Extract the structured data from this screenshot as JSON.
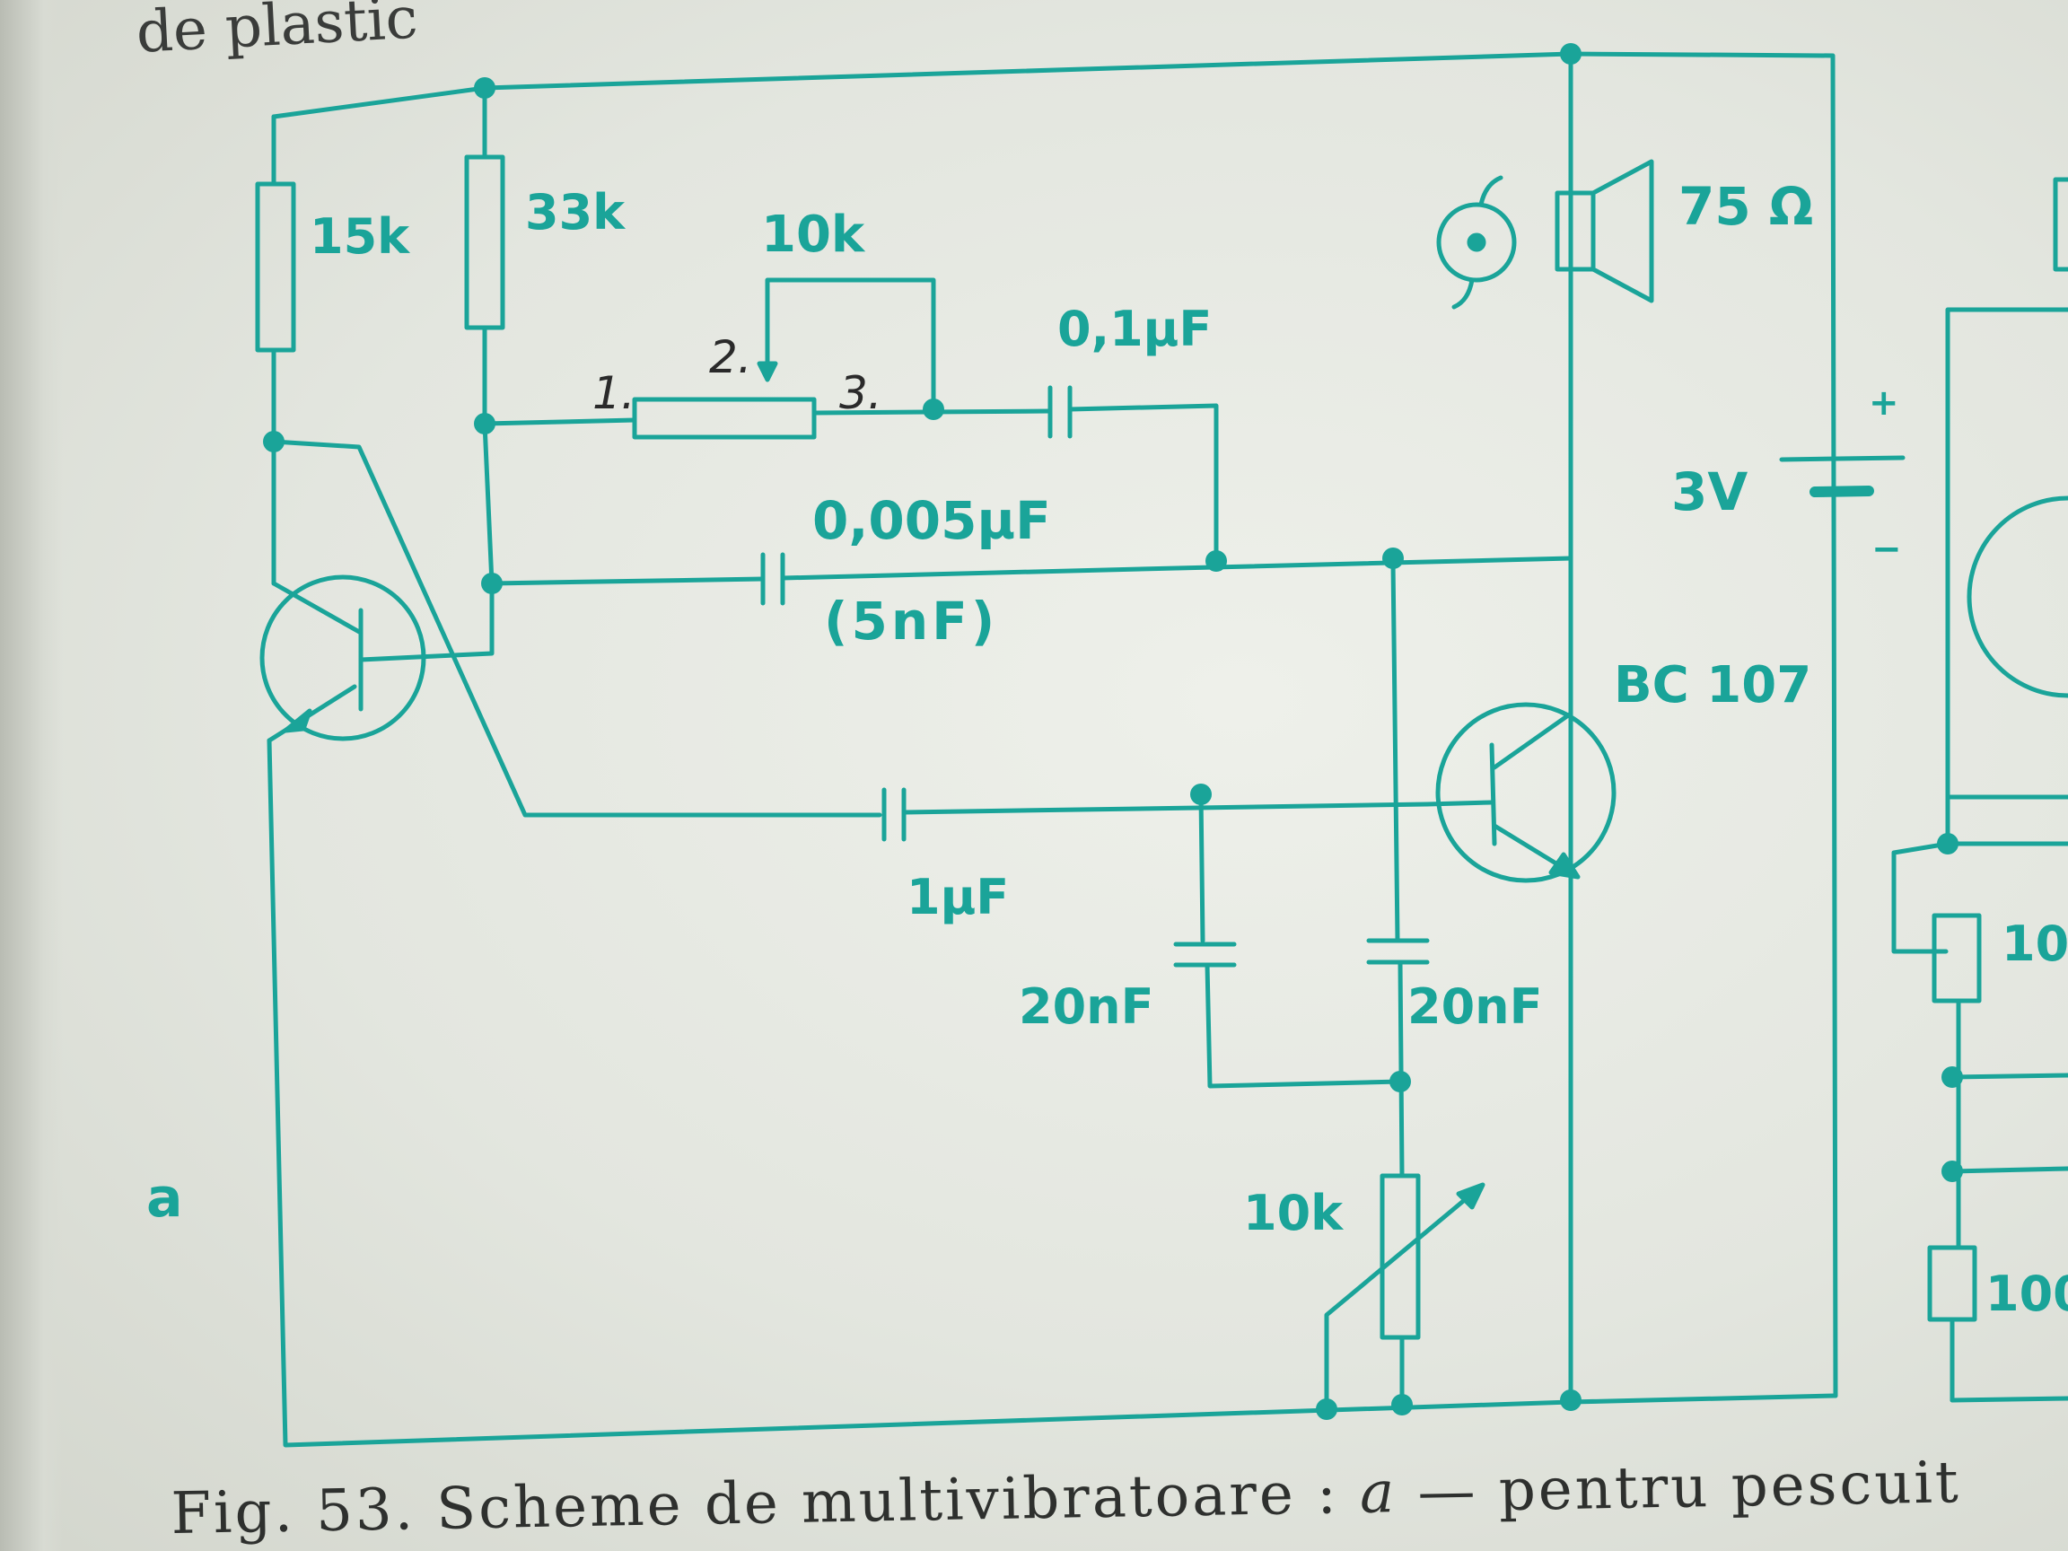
{
  "page": {
    "top_fragment": "de plastic",
    "caption": {
      "fig": "Fig. 53.",
      "text": "Scheme de multivibratoare :",
      "variant": "a",
      "rest": "— pentru pescuit"
    },
    "ink_color": "#1aa499"
  },
  "schematic": {
    "panel_label": "a",
    "components": {
      "r1": "15k",
      "r2": "33k",
      "pot": "10k",
      "pot_pins": [
        "1.",
        "2.",
        "3."
      ],
      "c1": "0,1µF",
      "c2": "0,005µF",
      "c2_alt": "(5nF)",
      "c3": "1µF",
      "c4": "20nF",
      "c5": "20nF",
      "r_var": "10k",
      "speaker": "75 Ω",
      "battery": "3V",
      "battery_plus": "+",
      "battery_minus": "−",
      "transistor": "BC 107"
    },
    "right_edge_labels": [
      "10",
      "100"
    ]
  }
}
